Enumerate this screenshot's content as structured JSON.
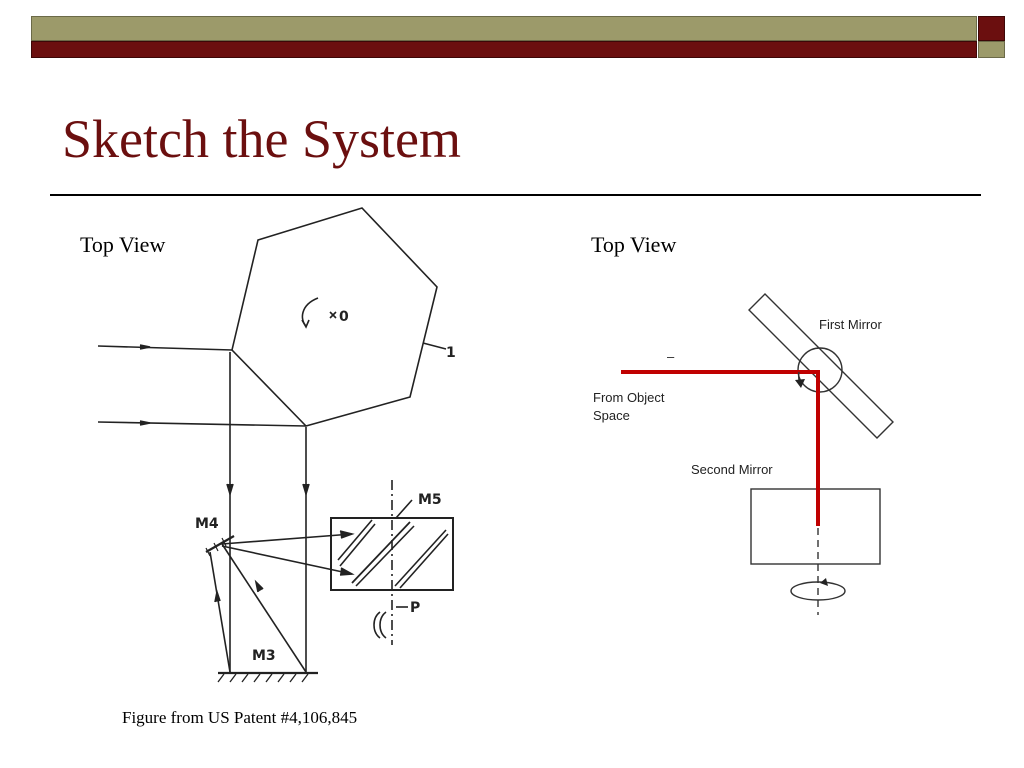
{
  "slide": {
    "title": "Sketch the System",
    "left_label": "Top View",
    "right_label": "Top View",
    "caption": "Figure from US Patent #4,106,845"
  },
  "patent_figure": {
    "labels": [
      "0",
      "1",
      "M4",
      "M5",
      "M3",
      "P"
    ]
  },
  "schematic": {
    "first_mirror": "First Mirror",
    "second_mirror": "Second Mirror",
    "from_object_line1": "From Object",
    "from_object_line2": "Space",
    "dash_mark": "–",
    "beam_color": "#c00000"
  },
  "colors": {
    "title": "#6b0f0f",
    "band_olive": "#9c9a6a",
    "band_maroon": "#6b0f0f"
  }
}
